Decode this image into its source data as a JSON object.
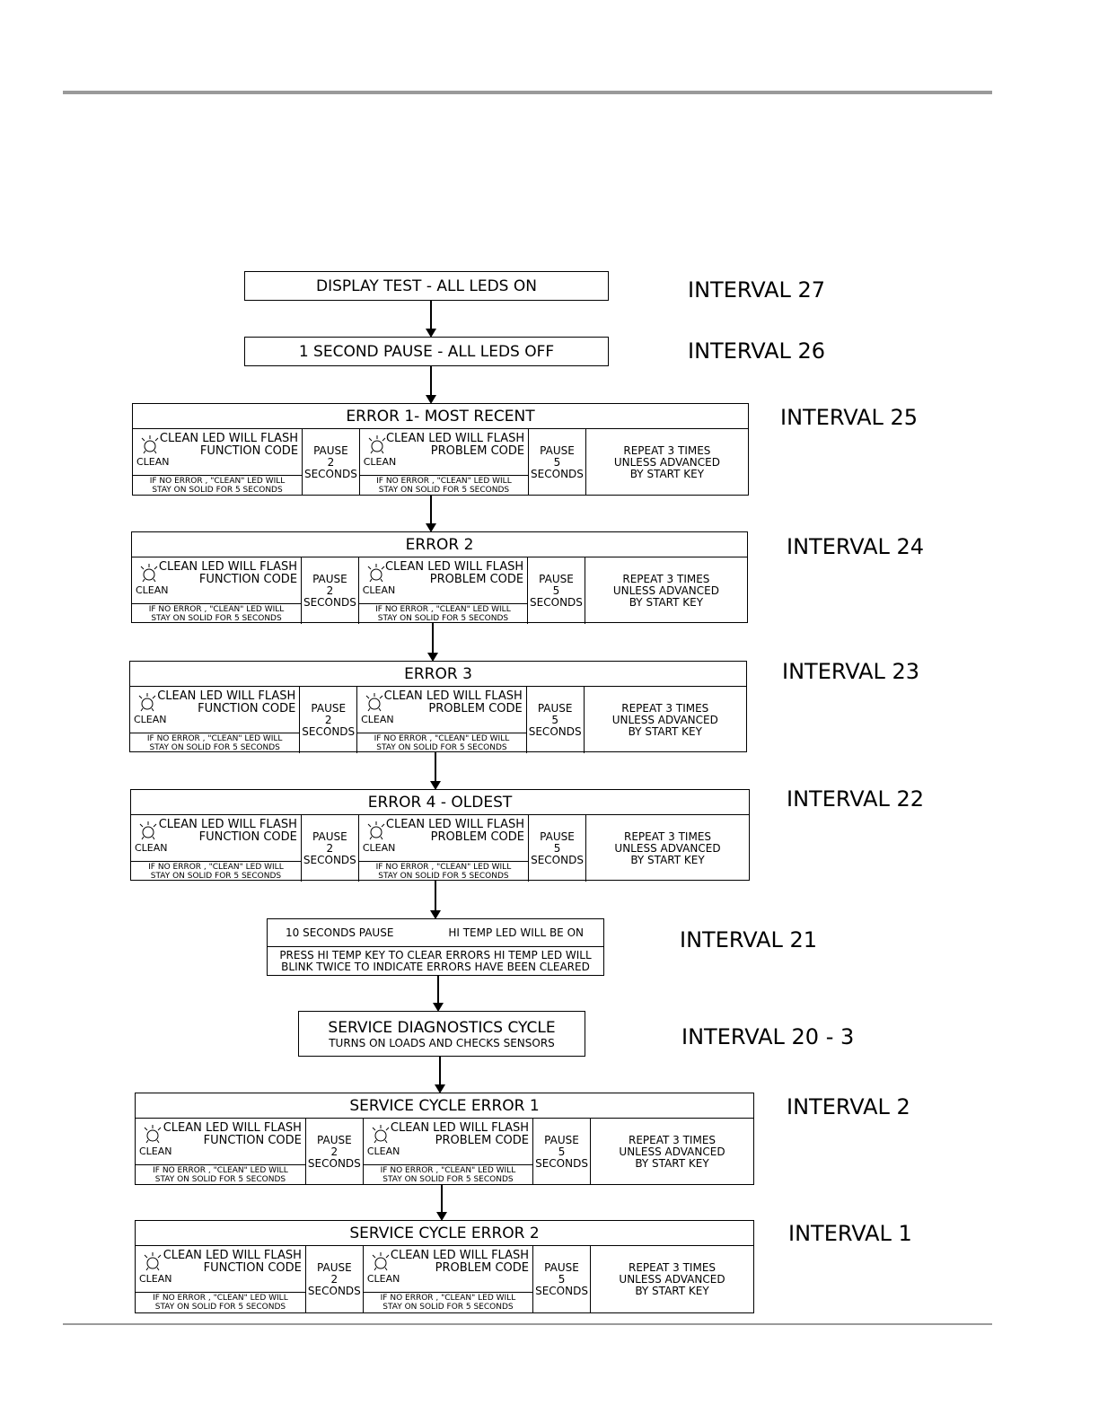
{
  "intervals": {
    "i27": "INTERVAL 27",
    "i26": "INTERVAL 26",
    "i25": "INTERVAL 25",
    "i24": "INTERVAL 24",
    "i23": "INTERVAL 23",
    "i22": "INTERVAL 22",
    "i21": "INTERVAL 21",
    "i20_3": "INTERVAL 20 - 3",
    "i2": "INTERVAL 2",
    "i1": "INTERVAL 1"
  },
  "steps": {
    "display_test": "DISPLAY TEST -  ALL LEDS ON",
    "pause_off": "1 SECOND PAUSE - ALL LEDS OFF",
    "error1": "ERROR 1- MOST RECENT",
    "error2": "ERROR 2",
    "error3": "ERROR 3",
    "error4": "ERROR 4 - OLDEST",
    "pause10": "10 SECONDS PAUSE",
    "hitemp_on": "HI TEMP LED WILL BE ON",
    "press_hitemp_1": "PRESS HI TEMP KEY TO CLEAR ERRORS HI TEMP LED WILL",
    "press_hitemp_2": "BLINK TWICE TO INDICATE ERRORS HAVE BEEN CLEARED",
    "diag_title": "SERVICE DIAGNOSTICS CYCLE",
    "diag_sub": "TURNS ON LOADS AND CHECKS SENSORS",
    "svc_err1": "SERVICE CYCLE ERROR 1",
    "svc_err2": "SERVICE CYCLE ERROR 2"
  },
  "row": {
    "led_label": "CLEAN",
    "flash_line": "CLEAN LED WILL FLASH",
    "function_code": "FUNCTION CODE",
    "problem_code": "PROBLEM CODE",
    "no_error_1": "IF NO ERROR , \"CLEAN\" LED WILL",
    "no_error_2": "STAY ON SOLID FOR 5 SECONDS",
    "pause": "PAUSE",
    "two": "2",
    "five": "5",
    "seconds": "SECONDS",
    "repeat_1": "REPEAT 3 TIMES",
    "repeat_2": "UNLESS ADVANCED",
    "repeat_3": "BY START KEY"
  }
}
